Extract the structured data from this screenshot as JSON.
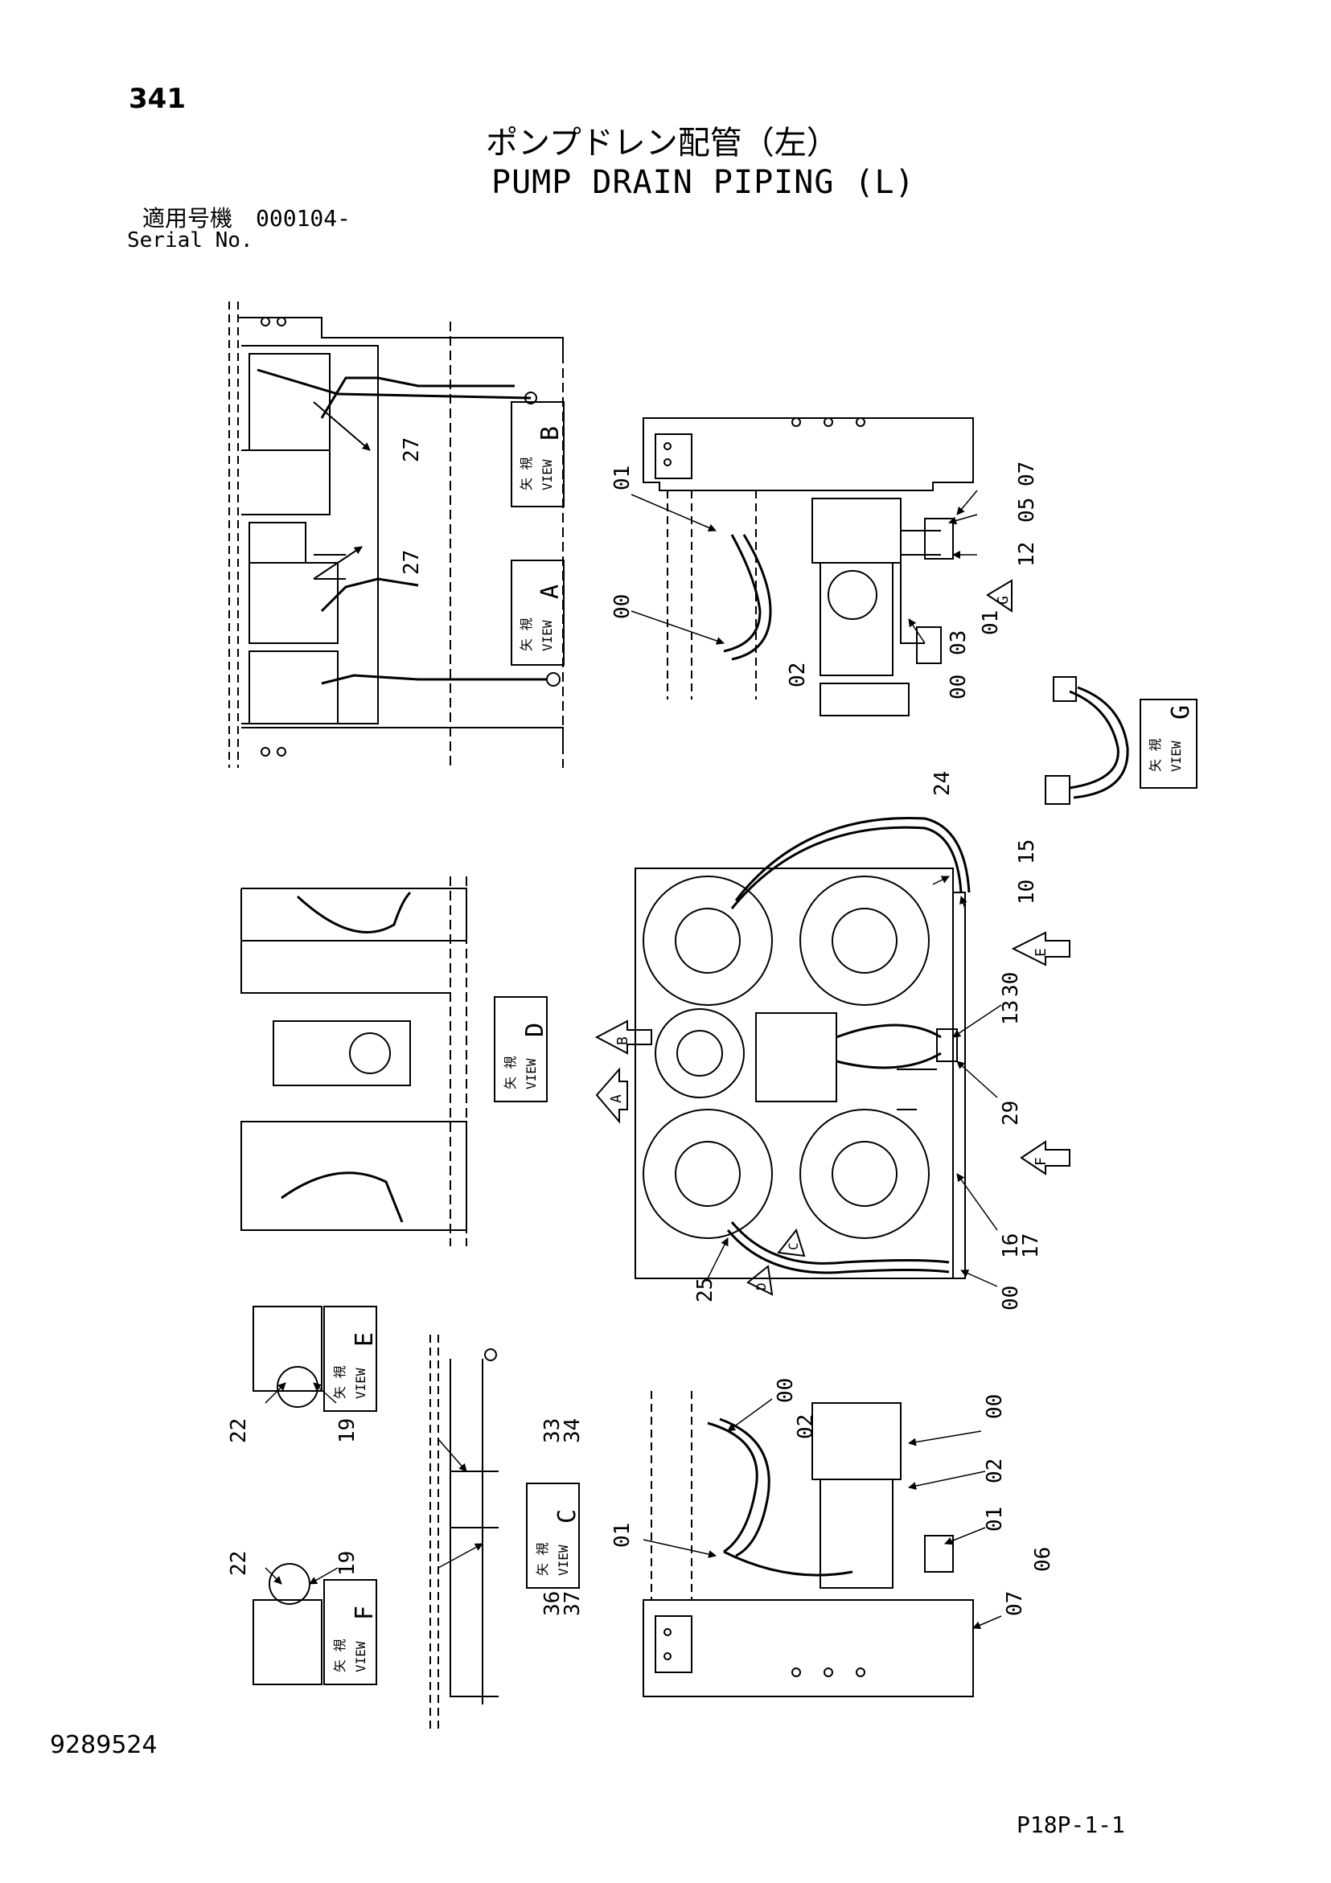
{
  "header": {
    "page_number": "341",
    "title_jp": "ポンプドレン配管（左）",
    "title_en": "PUMP DRAIN PIPING (L)",
    "serial_label_jp": "適用号機",
    "serial_number": "000104-",
    "serial_label_en": "Serial No."
  },
  "footer": {
    "doc_number": "9289524",
    "sheet_ref": "P18P-1-1"
  },
  "views": {
    "a": {
      "jp": "矢 視",
      "en": "VIEW",
      "letter": "A"
    },
    "b": {
      "jp": "矢 視",
      "en": "VIEW",
      "letter": "B"
    },
    "c": {
      "jp": "矢 視",
      "en": "VIEW",
      "letter": "C"
    },
    "d": {
      "jp": "矢 視",
      "en": "VIEW",
      "letter": "D"
    },
    "e": {
      "jp": "矢 視",
      "en": "VIEW",
      "letter": "E"
    },
    "f": {
      "jp": "矢 視",
      "en": "VIEW",
      "letter": "F"
    },
    "g": {
      "jp": "矢 視",
      "en": "VIEW",
      "letter": "G"
    }
  },
  "markers": {
    "a": "A",
    "b": "B",
    "c": "C",
    "d": "D",
    "e": "E",
    "f": "F",
    "g": "G"
  },
  "parts": {
    "p27_b": "27",
    "p27_a": "27",
    "p01_top": "01",
    "p00_top": "00",
    "p02_top": "02",
    "p07_top": "07",
    "p05_top": "05",
    "p12_top": "12",
    "p01_g": "01",
    "p03_top": "03",
    "p00_top2": "00",
    "p24": "24",
    "p15": "15",
    "p10": "10",
    "p30": "30",
    "p13": "13",
    "p29": "29",
    "p25": "25",
    "p16": "16",
    "p17": "17",
    "p00_mid": "00",
    "p22_e": "22",
    "p19_e": "19",
    "p33": "33",
    "p34": "34",
    "p22_f": "22",
    "p19_f": "19",
    "p36": "36",
    "p37": "37",
    "p00_bl": "00",
    "p02_bl": "02",
    "p01_bl": "01",
    "p00_br": "00",
    "p02_br": "02",
    "p01_br": "01",
    "p06_br": "06",
    "p07_br": "07"
  }
}
